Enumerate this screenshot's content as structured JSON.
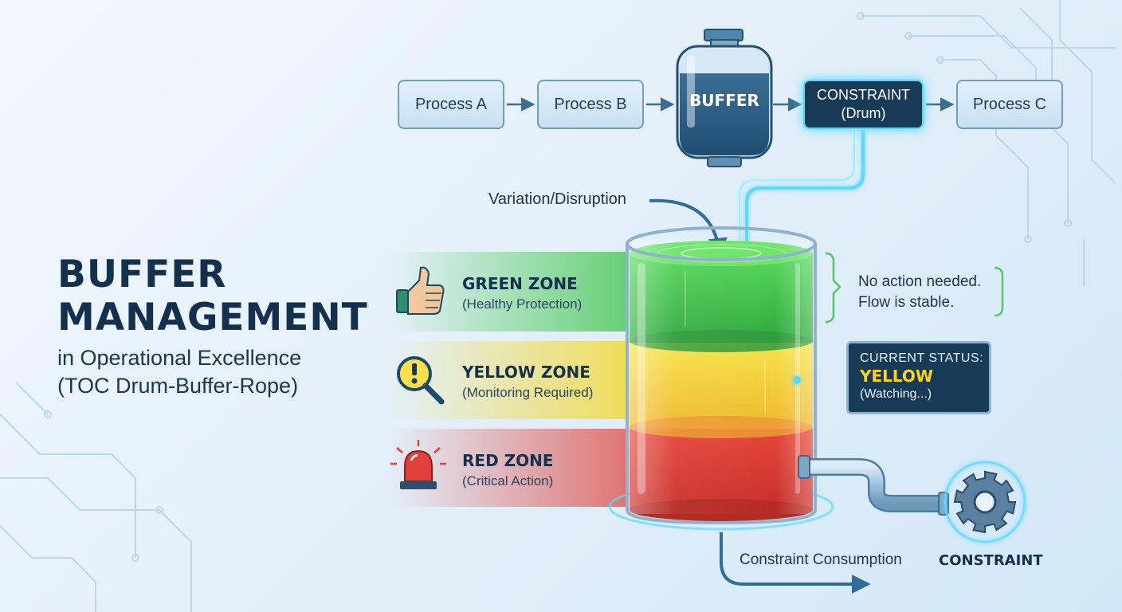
{
  "title": {
    "line1": "BUFFER",
    "line2": "MANAGEMENT",
    "sub1": "in Operational Excellence",
    "sub2": "(TOC Drum-Buffer-Rope)"
  },
  "flow": {
    "process_a": "Process A",
    "process_b": "Process B",
    "buffer": "BUFFER",
    "constraint_line1": "CONSTRAINT",
    "constraint_line2": "(Drum)",
    "process_c": "Process C"
  },
  "variation_label": "Variation/Disruption",
  "zones": [
    {
      "title": "GREEN ZONE",
      "subtitle": "(Healthy Protection)",
      "color": "#3fc64a",
      "icon": "thumbs-up-icon"
    },
    {
      "title": "YELLOW ZONE",
      "subtitle": "(Monitoring Required)",
      "color": "#f3d833",
      "icon": "magnifier-alert-icon"
    },
    {
      "title": "RED ZONE",
      "subtitle": "(Critical Action)",
      "color": "#e0413a",
      "icon": "alarm-siren-icon"
    }
  ],
  "green_note": {
    "line1": "No action needed.",
    "line2": "Flow is stable."
  },
  "status": {
    "label": "CURRENT STATUS:",
    "value": "YELLOW",
    "note": "(Watching...)"
  },
  "consumption_label": "Constraint Consumption",
  "constraint_label": "CONSTRAINT",
  "colors": {
    "accent_glow": "#5fd8ff",
    "dark_navy": "#173a57",
    "green": "#3fc64a",
    "yellow": "#f3d833",
    "red": "#e0413a"
  }
}
